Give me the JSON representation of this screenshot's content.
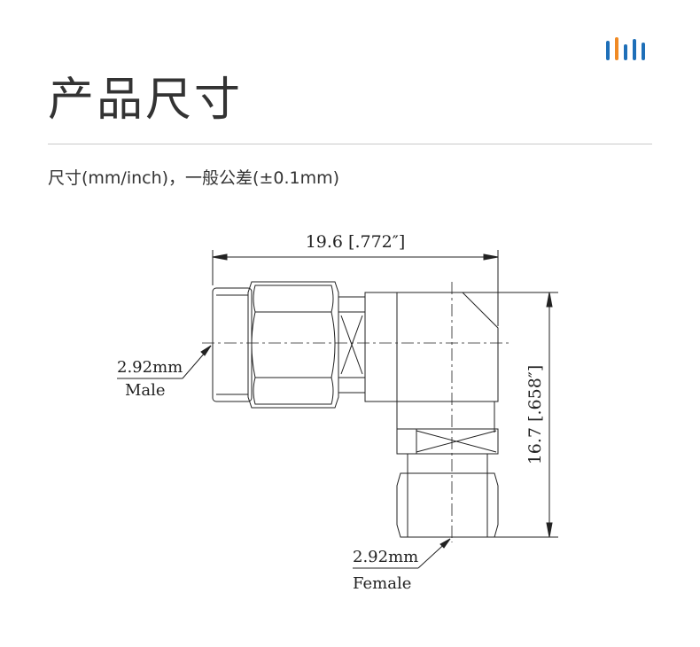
{
  "brand": {
    "colors": [
      "#1e6fb8",
      "#f08a24",
      "#1e6fb8",
      "#1e6fb8",
      "#1e6fb8"
    ]
  },
  "page": {
    "title": "产品尺寸",
    "subtitle": "尺寸(mm/inch)，一般公差(±0.1mm)"
  },
  "drawing": {
    "width_dim": "19.6 [.772″]",
    "height_dim": "16.7 [.658″]",
    "male_size": "2.92mm",
    "male_label": "Male",
    "female_size": "2.92mm",
    "female_label": "Female"
  }
}
